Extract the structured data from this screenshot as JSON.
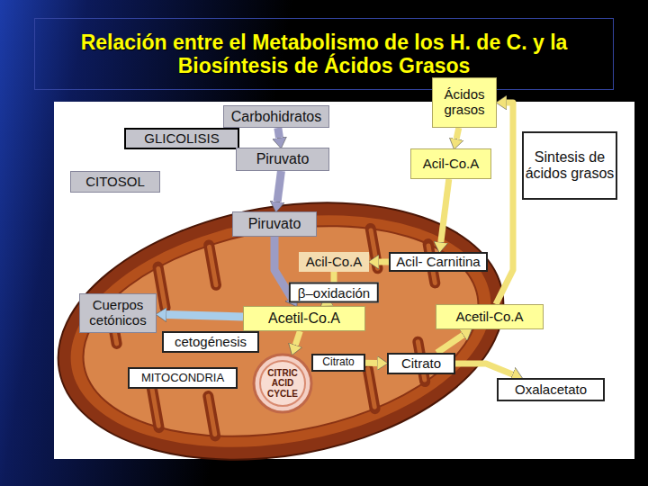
{
  "diagram": {
    "title": "Relación entre el Metabolismo de los H. de C. y la Biosíntesis de Ácidos Grasos",
    "nodes": [
      {
        "text": [
          "Carbohidratos"
        ]
      },
      {
        "text": [
          "Ácidos grasos"
        ]
      },
      {
        "text": [
          "GLICOLISIS"
        ]
      },
      {
        "text": [
          "Piruvato"
        ]
      },
      {
        "text": [
          "Acil-Co.A"
        ]
      },
      {
        "text": [
          "Sintesis de ácidos grasos"
        ]
      },
      {
        "text": [
          "CITOSOL"
        ]
      },
      {
        "text": [
          "Piruvato"
        ]
      },
      {
        "text": [
          "Acil-Co.A"
        ]
      },
      {
        "text": [
          "Acil- Carnitina"
        ]
      },
      {
        "text": [
          "Cuerpos cetónicos"
        ]
      },
      {
        "text": [
          "Acetil-Co.A"
        ]
      },
      {
        "text": [
          "Acetil-Co.A"
        ]
      },
      {
        "text": [
          "cetogénesis"
        ]
      },
      {
        "text": [
          "Citrato"
        ]
      },
      {
        "text": [
          "Citrato"
        ]
      },
      {
        "text": [
          "MITOCONDRIA"
        ]
      },
      {
        "text": [
          "CITRIC ACID CYCLE"
        ]
      },
      {
        "text": [
          "Oxalacetato"
        ]
      }
    ],
    "edges": [
      {
        "from": 0,
        "to": 3,
        "arrow": "to"
      },
      {
        "from": 3,
        "to": 7,
        "arrow": "to"
      },
      {
        "from": 7,
        "to": 11,
        "arrow": "to"
      },
      {
        "from": 1,
        "to": 4,
        "arrow": "to"
      },
      {
        "from": 4,
        "to": 9,
        "arrow": "to"
      },
      {
        "from": 9,
        "to": 8,
        "arrow": "to"
      },
      {
        "from": 8,
        "to": 11,
        "label": "β–oxidación",
        "arrow": "to"
      },
      {
        "from": 11,
        "to": 10,
        "arrow": "to"
      },
      {
        "from": 11,
        "to": 17,
        "arrow": "to"
      },
      {
        "from": 14,
        "to": 15,
        "arrow": "to"
      },
      {
        "from": 15,
        "to": 12,
        "arrow": "to"
      },
      {
        "from": 15,
        "to": 18,
        "arrow": "to"
      },
      {
        "from": 12,
        "to": 1,
        "arrow": "to"
      }
    ]
  }
}
